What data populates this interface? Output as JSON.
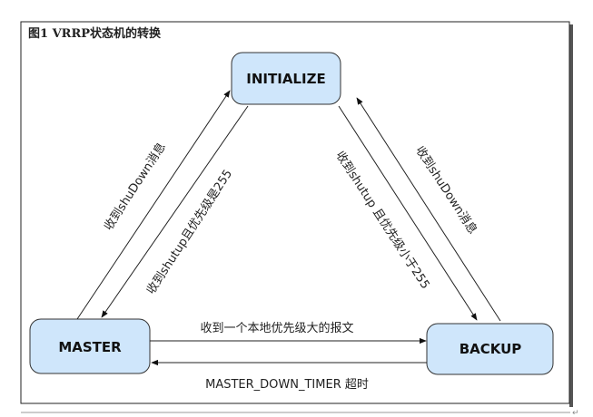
{
  "title": "图1  VRRP状态机的转换",
  "nodes": {
    "initialize": "INITIALIZE",
    "master": "MASTER",
    "backup": "BACKUP"
  },
  "edges": {
    "master_to_init": "收到shuDown消息",
    "init_to_master": "收到shutup且优先级是255",
    "init_to_backup": "收到shutup 且优先级小于255",
    "backup_to_init": "收到shuDown消息",
    "master_to_backup": "收到一个本地优先级大的报文",
    "backup_to_master": "MASTER_DOWN_TIMER 超时"
  },
  "colors": {
    "node_fill": "#cfe6fb",
    "node_stroke": "#333333"
  },
  "return_mark": "↵"
}
